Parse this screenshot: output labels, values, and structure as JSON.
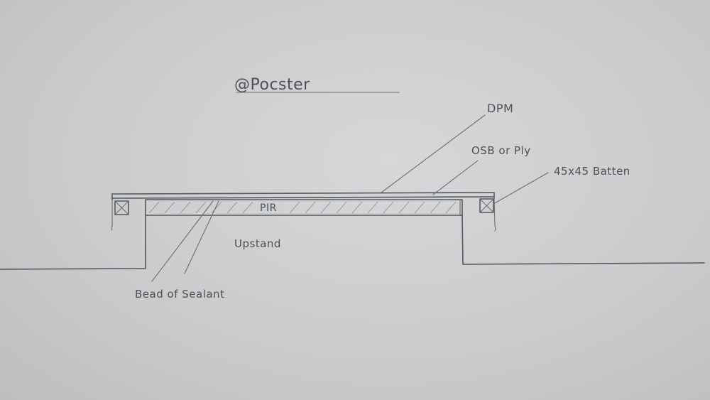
{
  "diagram": {
    "watermark": "@Pocster",
    "labels": {
      "dpm": "DPM",
      "osb": "OSB or Ply",
      "batten": "45x45 Batten",
      "pir": "PIR",
      "upstand": "Upstand",
      "sealant": "Bead of Sealant"
    }
  },
  "colors": {
    "paper": "#cbcccd",
    "pencil": "#55585c"
  }
}
